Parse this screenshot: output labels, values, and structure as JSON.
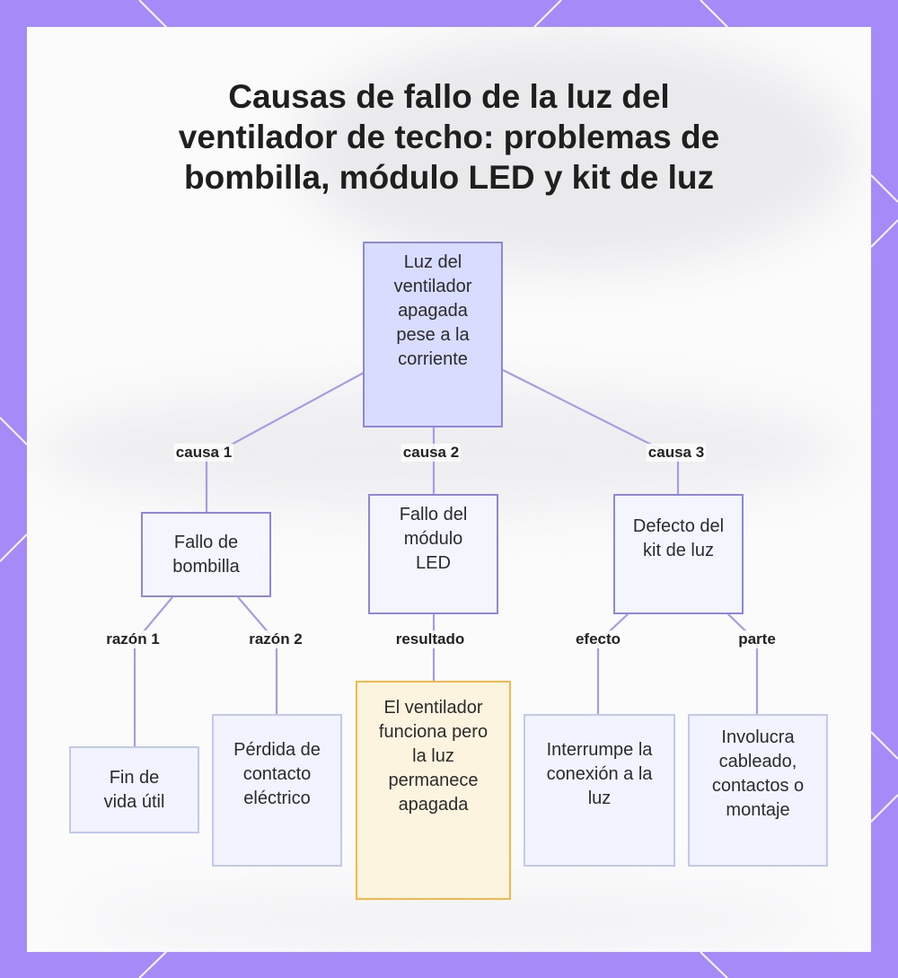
{
  "title_lines": [
    "Causas de fallo de la luz del",
    "ventilador de techo: problemas de",
    "bombilla, módulo LED y kit de luz"
  ],
  "colors": {
    "frame": "#a58bf7",
    "root_fill": "#d8dcfe",
    "node_border": "#8f86de",
    "leaf_border": "#c1c9ee",
    "highlight_fill": "#fdf4df",
    "highlight_border": "#f2b84c",
    "connector": "#a99be6"
  },
  "nodes": {
    "root": "Luz del ventilador apagada pese a la corriente",
    "bulb_failure": "Fallo de bombilla",
    "led_module_failure": "Fallo del módulo LED",
    "light_kit_defect": "Defecto del kit de luz",
    "end_of_life": "Fin de vida útil",
    "contact_loss": "Pérdida de contacto eléctrico",
    "fan_works_light_off": "El ventilador funciona pero la luz permanece apagada",
    "interrupts_connection": "Interrumpe la conexión a la luz",
    "involves_wiring": "Involucra cableado, contactos o montaje"
  },
  "edge_labels": {
    "cause_1": "causa 1",
    "cause_2": "causa 2",
    "cause_3": "causa 3",
    "reason_1": "razón 1",
    "reason_2": "razón 2",
    "result": "resultado",
    "effect": "efecto",
    "part": "parte"
  }
}
